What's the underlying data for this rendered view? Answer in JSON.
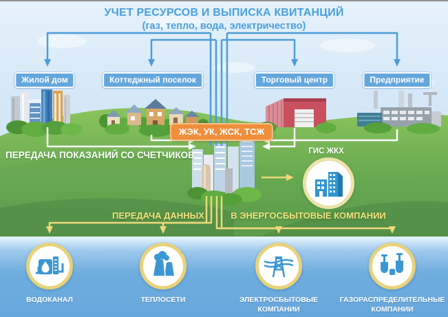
{
  "title": {
    "line1": "УЧЕТ РЕСУРСОВ И ВЫПИСКА КВИТАНЦИЙ",
    "line2": "(газ, тепло, вода, электричество)"
  },
  "sources": [
    {
      "label": "Жилой дом"
    },
    {
      "label": "Коттеджный поселок"
    },
    {
      "label": "Торговый центр"
    },
    {
      "label": "Предприятие"
    }
  ],
  "center": {
    "management_label": "ЖЭК, УК, ЖСК, ТСЖ",
    "meter_reading_label": "ПЕРЕДАЧА ПОКАЗАНИЙ СО СЧЕТЧИКОВ",
    "gis_label": "ГИС ЖКХ"
  },
  "data_transfer": {
    "left_label": "ПЕРЕДАЧА ДАННЫХ",
    "right_label": "В ЭНЕРГОСБЫТОВЫЕ КОМПАНИИ"
  },
  "companies": [
    {
      "label": "ВОДОКАНАЛ",
      "icon": "water-plant-icon"
    },
    {
      "label": "ТЕПЛОСЕТИ",
      "icon": "cooling-towers-icon"
    },
    {
      "label": "ЭЛЕКТРОСБЫТОВЫЕ КОМПАНИИ",
      "icon": "power-lines-icon"
    },
    {
      "label": "ГАЗОРАСПРЕДЕЛИТЕЛЬНЫЕ КОМПАНИИ",
      "icon": "gas-plant-icon"
    }
  ],
  "colors": {
    "title_blue": "#4aa0de",
    "source_pill_bg": "#64a7dc",
    "management_orange": "#ef8e3b",
    "accent_yellow": "#f2e27c",
    "line_blue": "#4d9dd8",
    "line_white": "#ffffff",
    "line_yellow": "#ecd979",
    "icon_blue": "#3b97d3",
    "bottom_band_blue": "#66a7db",
    "land_green": "#6cab4e"
  }
}
